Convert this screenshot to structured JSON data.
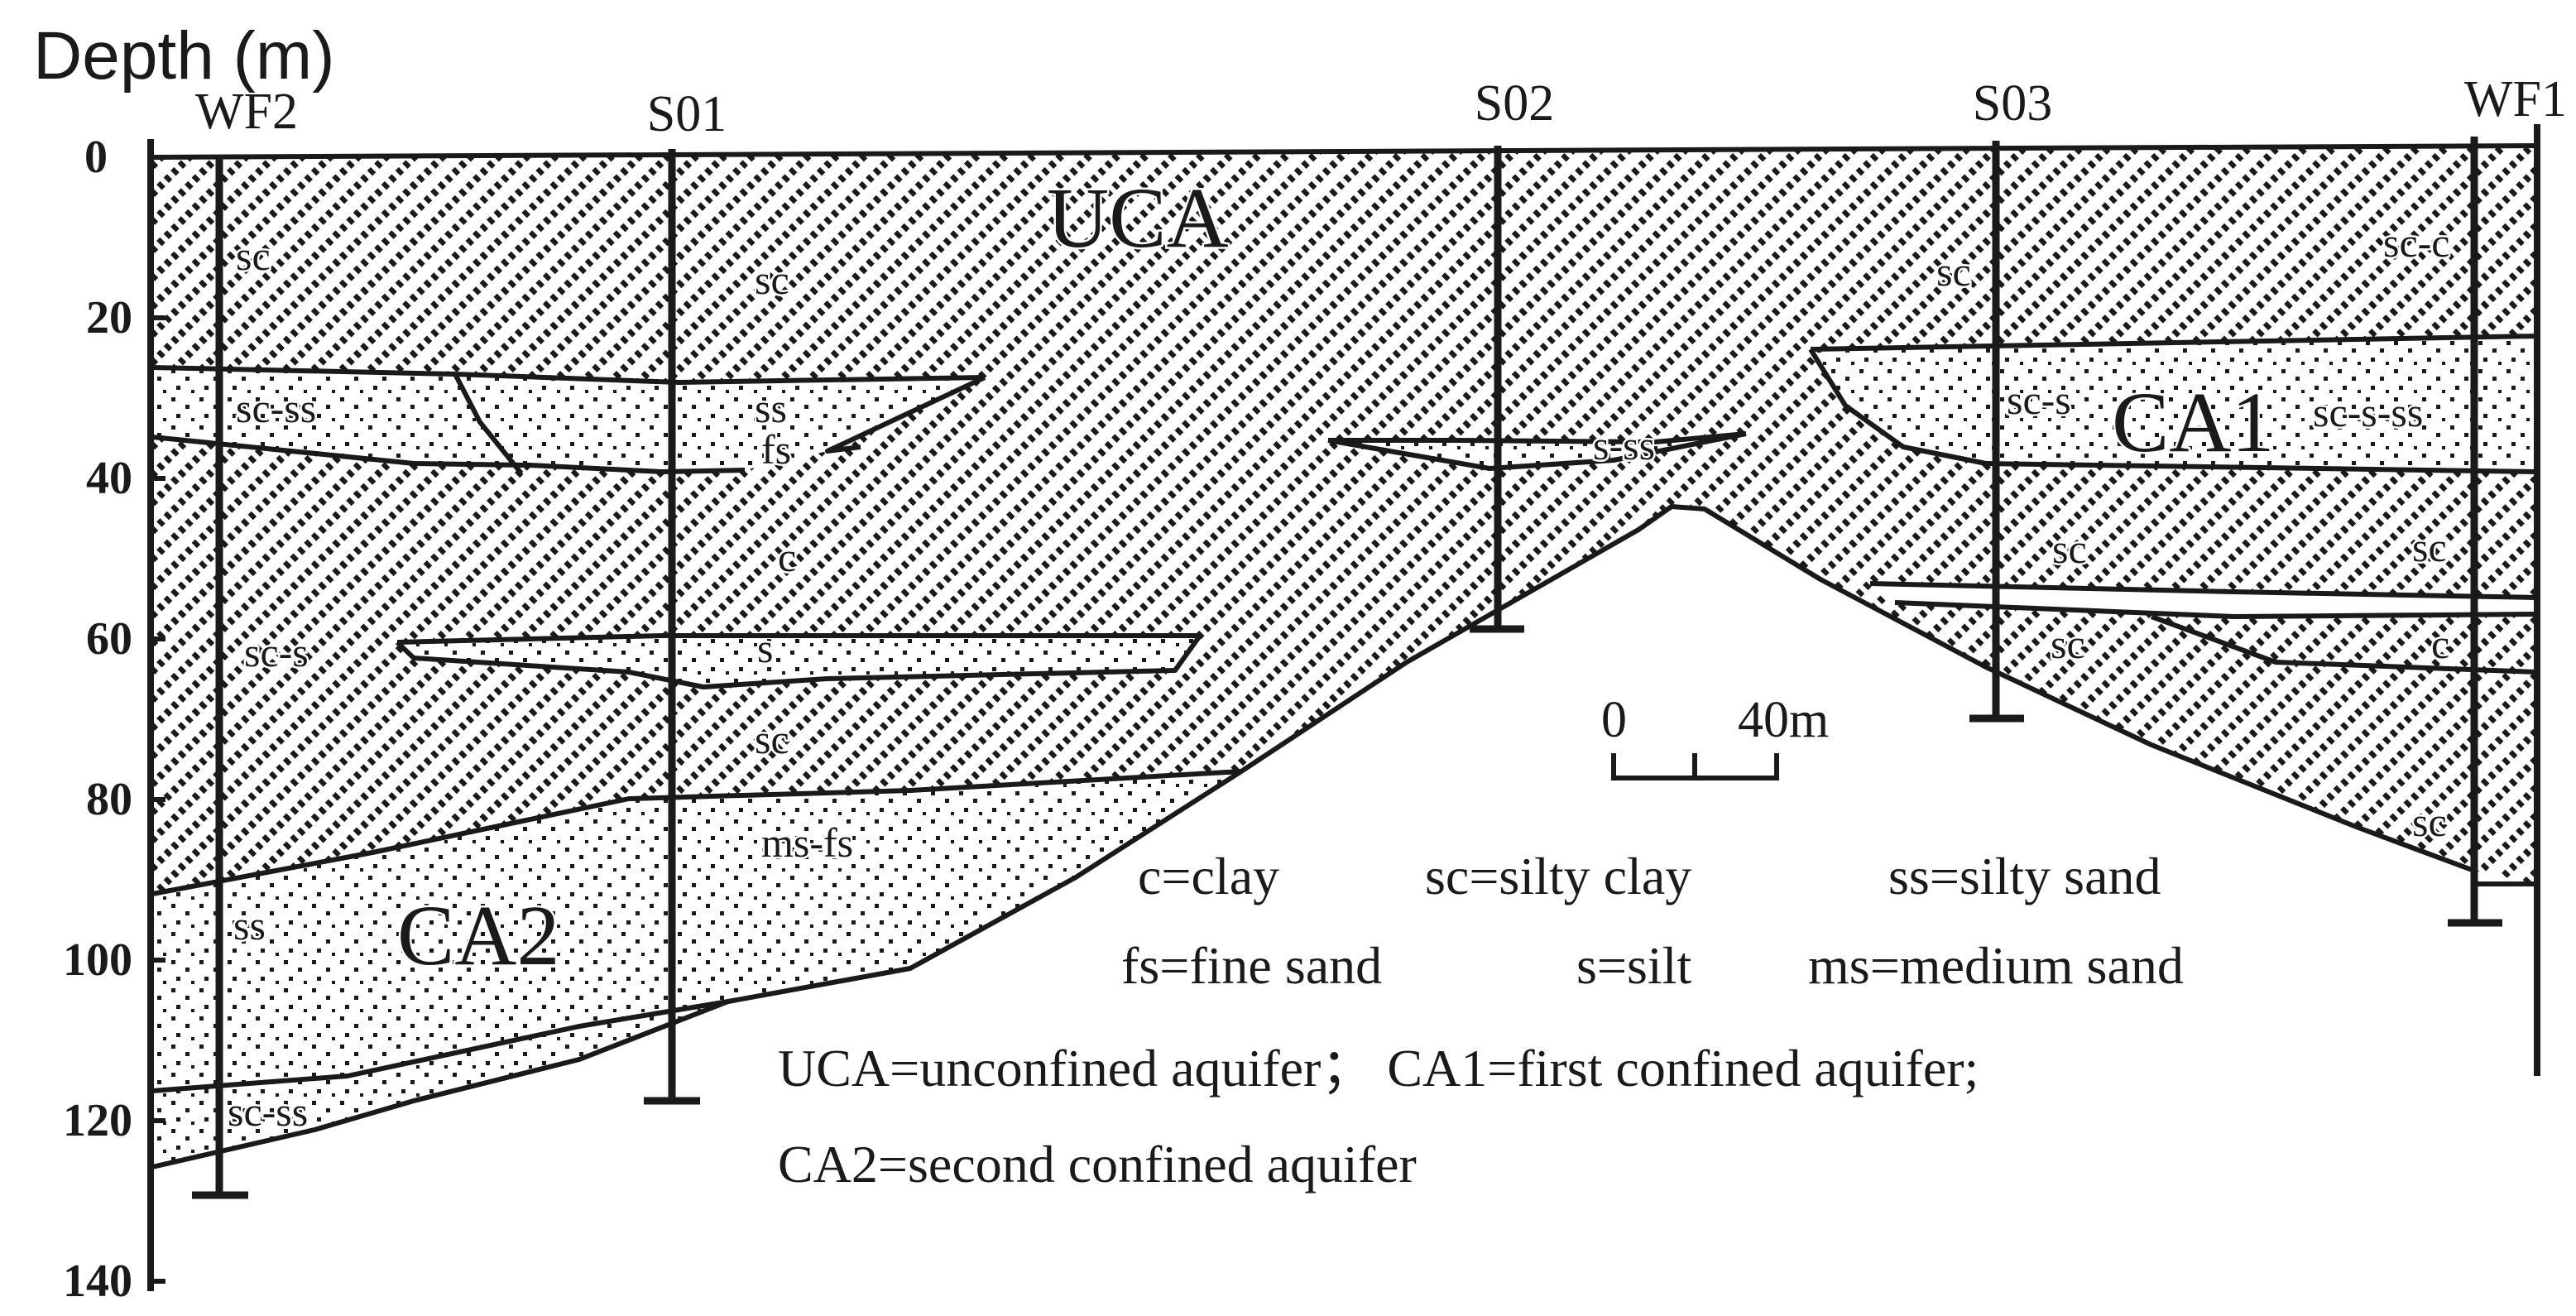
{
  "axis": {
    "title": "Depth (m)",
    "ticks": [
      "0",
      "20",
      "40",
      "60",
      "80",
      "100",
      "120",
      "140"
    ]
  },
  "wells": [
    {
      "id": "WF2",
      "label": "WF2"
    },
    {
      "id": "S01",
      "label": "S01"
    },
    {
      "id": "S02",
      "label": "S02"
    },
    {
      "id": "S03",
      "label": "S03"
    },
    {
      "id": "WF1",
      "label": "WF1"
    }
  ],
  "units": {
    "uca": "UCA",
    "ca1": "CA1",
    "ca2": "CA2"
  },
  "lithology_labels": {
    "wf2_top": "sc",
    "s01_top": "sc",
    "s03_top": "sc",
    "wf1_top": "sc-c",
    "wf2_lens": "sc-ss",
    "s01_lens_ss": "ss",
    "s01_lens_fs": "fs",
    "s02_lens": "s-ss",
    "s03_ca1": "sc-s",
    "wf1_ca1": "sc-s-ss",
    "s01_mid": "c",
    "wf2_silt": "sc-s",
    "s01_silt": "s",
    "s01_low": "sc",
    "s03_low1": "sc",
    "wf1_low1": "sc",
    "s03_low2": "sc",
    "wf1_low2": "c",
    "wf1_bottom": "sc",
    "s01_ca2": "ms-fs",
    "wf2_ca2": "ss",
    "wf2_base": "sc-ss"
  },
  "scale_bar": {
    "start": "0",
    "end": "40m"
  },
  "legend": {
    "line1": [
      "c=clay",
      "sc=silty clay",
      "ss=silty sand"
    ],
    "line2": [
      "fs=fine sand",
      "s=silt",
      "ms=medium sand"
    ],
    "line3": "UCA=unconfined aquifer；  CA1=first confined aquifer;",
    "line4": "CA2=second confined aquifer"
  },
  "colors": {
    "ink": "#1a1a1a",
    "background": "#ffffff"
  }
}
